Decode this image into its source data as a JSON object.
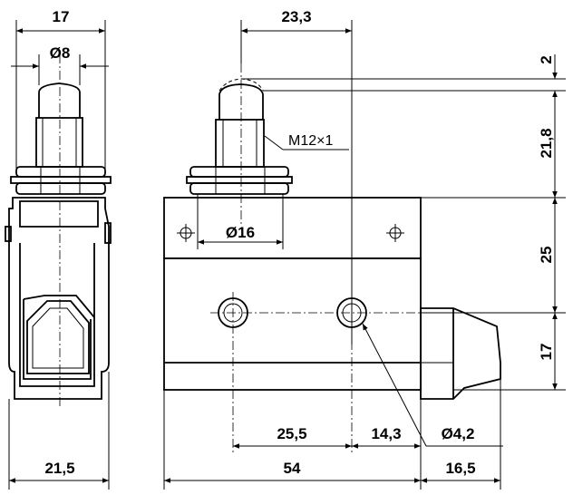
{
  "dimensions": {
    "side_width_top": "17",
    "plunger_diameter": "Ø8",
    "side_width_bottom": "21,5",
    "plunger_offset": "23,3",
    "plunger_travel": "2",
    "plunger_height": "21,8",
    "thread": "M12×1",
    "nut_diameter": "Ø16",
    "upper_body_height": "25",
    "lower_body_height": "17",
    "hole_spacing": "25,5",
    "hole_offset": "14,3",
    "hole_diameter": "Ø4,2",
    "body_length": "54",
    "terminal_length": "16,5"
  }
}
